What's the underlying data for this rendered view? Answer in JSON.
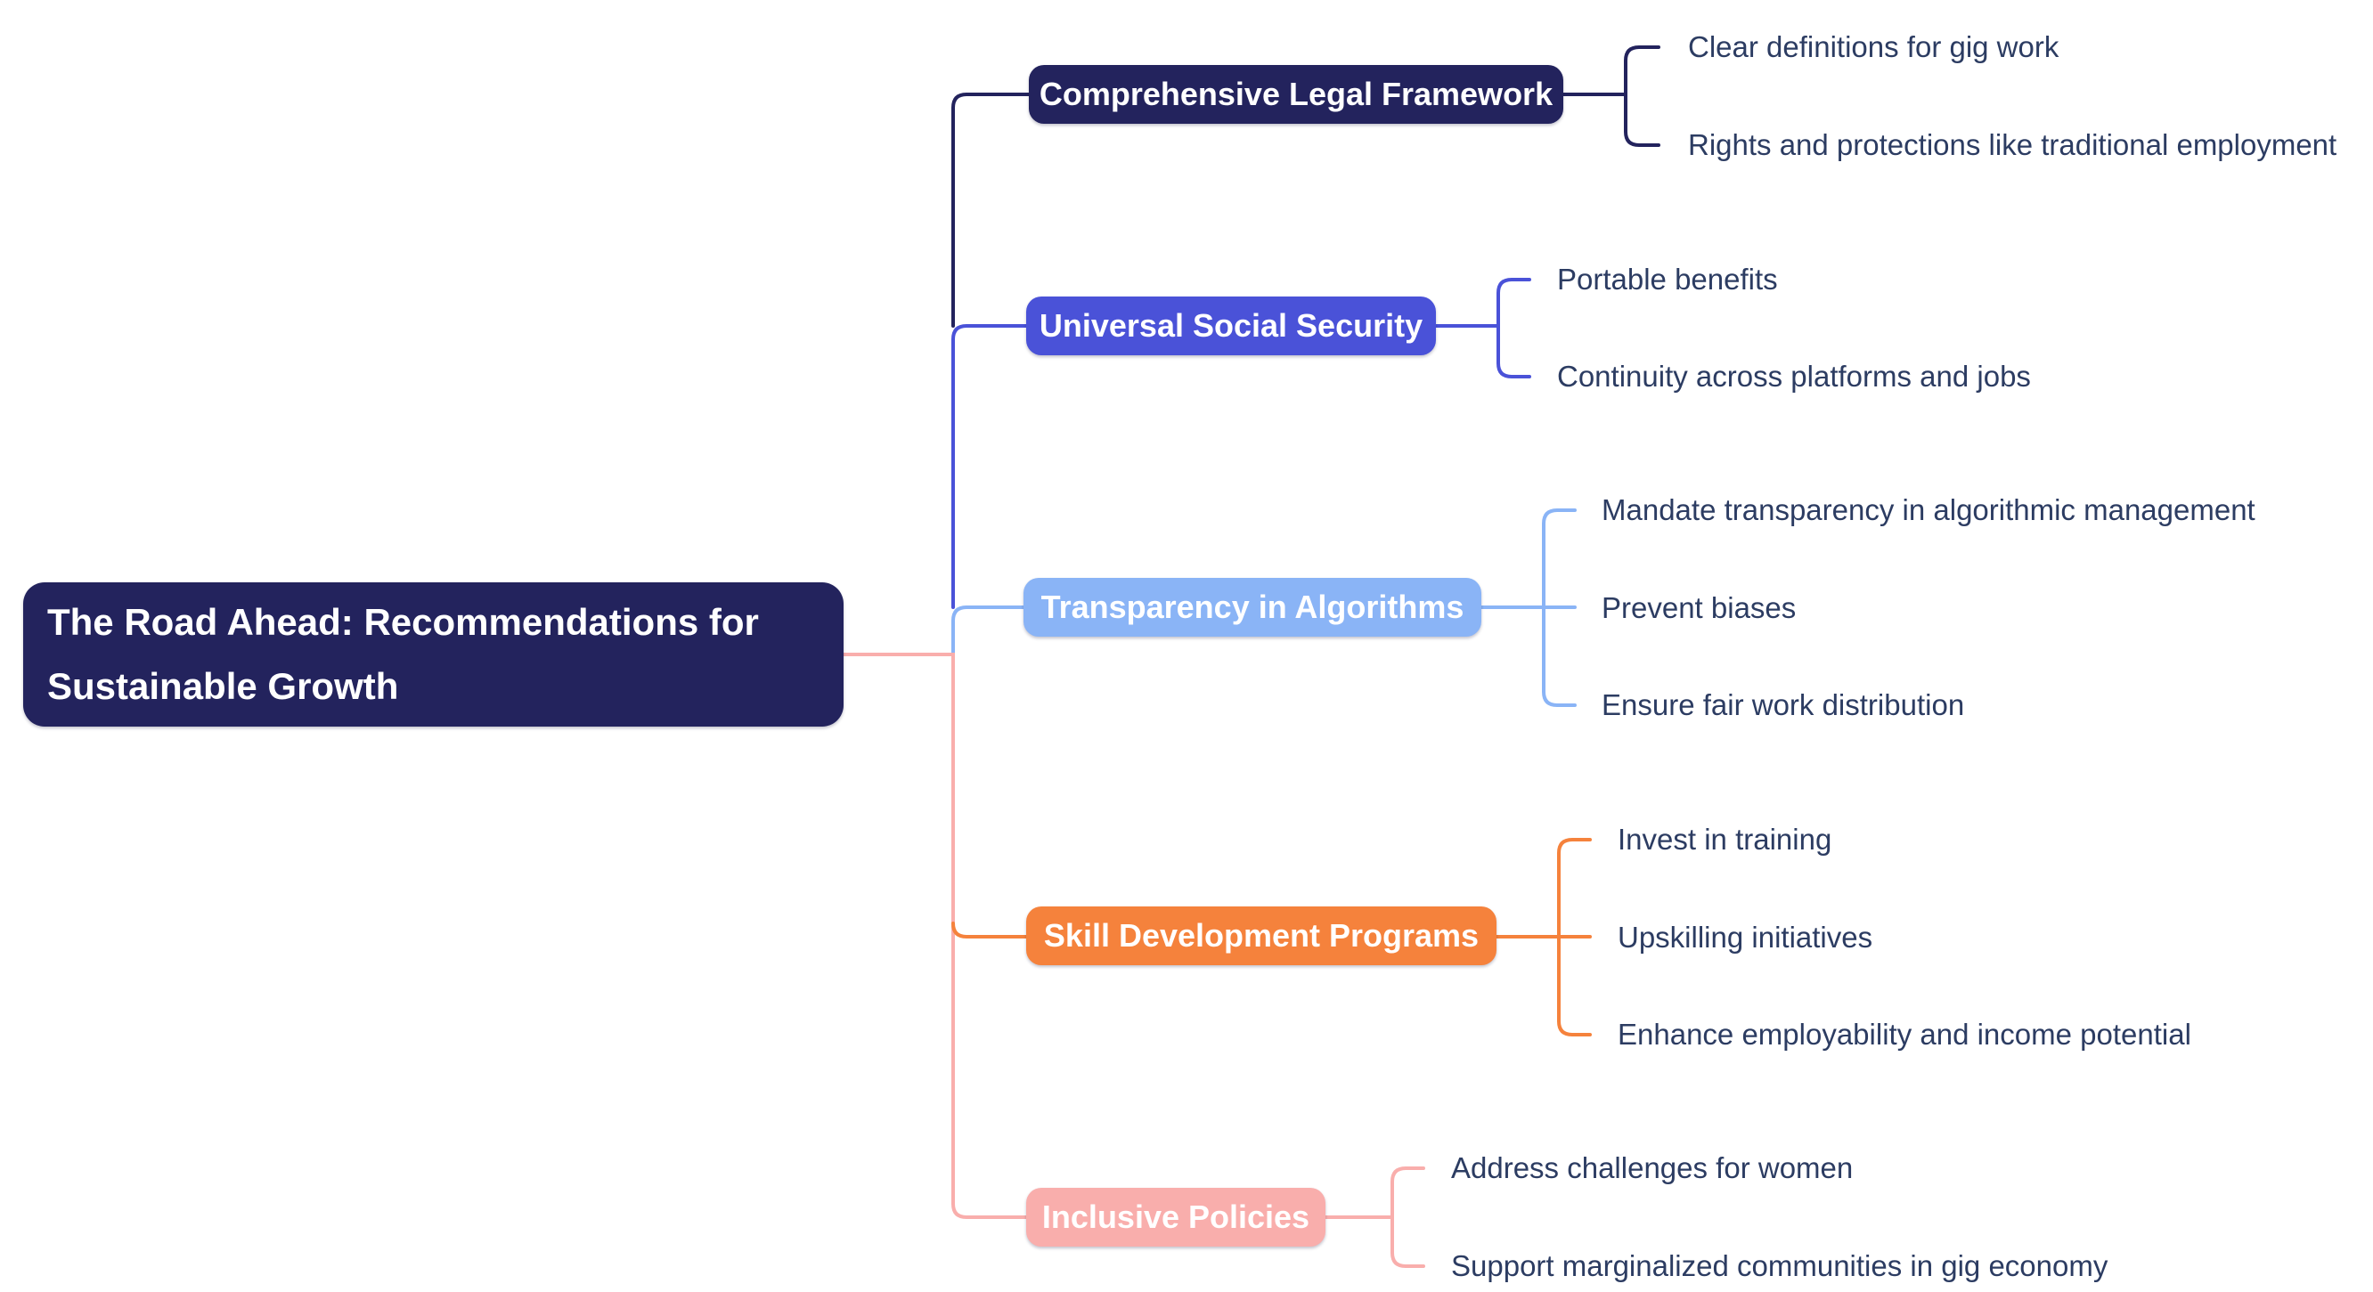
{
  "title": "Gig economy recommendations mind map",
  "colors": {
    "navy": "#23235d",
    "indigo": "#4a52d8",
    "lightblue": "#8ab4f6",
    "orange": "#f5823c",
    "pink": "#f9aeac",
    "node_text": "#ffffff",
    "child_text": "#2c3c62",
    "background": "#ffffff"
  },
  "root": {
    "label": "The Road Ahead: Recommendations for Sustainable Growth"
  },
  "branches": [
    {
      "label": "Comprehensive Legal Framework",
      "color": "navy",
      "children": [
        "Clear definitions for gig work",
        "Rights and protections like traditional employment"
      ]
    },
    {
      "label": "Universal Social Security",
      "color": "indigo",
      "children": [
        "Portable benefits",
        "Continuity across platforms and jobs"
      ]
    },
    {
      "label": "Transparency in Algorithms",
      "color": "lightblue",
      "children": [
        "Mandate transparency in algorithmic management",
        "Prevent biases",
        "Ensure fair work distribution"
      ]
    },
    {
      "label": "Skill Development Programs",
      "color": "orange",
      "children": [
        "Invest in training",
        "Upskilling initiatives",
        "Enhance employability and income potential"
      ]
    },
    {
      "label": "Inclusive Policies",
      "color": "pink",
      "children": [
        "Address challenges for women",
        "Support marginalized communities in gig economy"
      ]
    }
  ]
}
